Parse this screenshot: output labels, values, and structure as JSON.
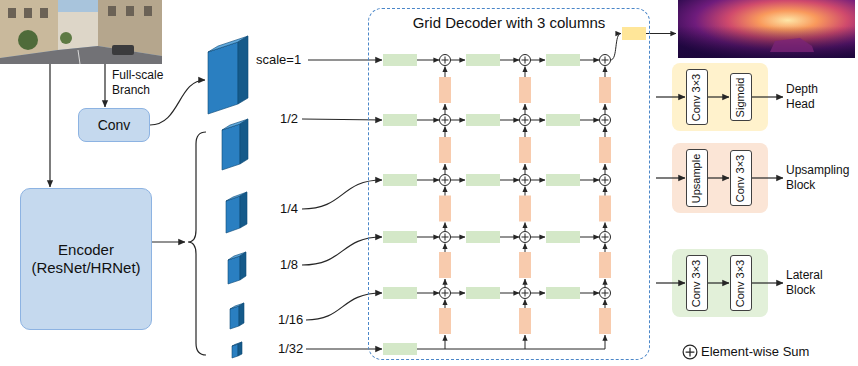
{
  "diagram": {
    "nodes": [
      {
        "text": [
          "Conv"
        ]
      },
      {
        "text": [
          "Encoder (ResNet/HRNet)"
        ]
      },
      {
        "text": [
          "Grid Decoder with 3 columns"
        ]
      },
      {
        "text": [
          "Depth Head"
        ]
      },
      {
        "text": [
          "Conv 3×3"
        ],
        "in": 3
      },
      {
        "text": [
          "Sigmoid"
        ],
        "in": 3
      },
      {
        "text": [
          "Upsampling Block"
        ]
      },
      {
        "text": [
          "Upsample"
        ],
        "in": 6
      },
      {
        "text": [
          "Conv 3×3"
        ],
        "in": 6
      },
      {
        "text": [
          "Lateral Block"
        ]
      },
      {
        "text": [
          "Conv 3×3"
        ],
        "in": 9
      },
      {
        "text": [
          "Conv 3×3"
        ],
        "in": 9
      }
    ],
    "edges": [
      {
        "from": 4,
        "to": 5,
        "arrow": "to"
      },
      {
        "from": 7,
        "to": 8,
        "arrow": "to"
      },
      {
        "from": 10,
        "to": 11,
        "arrow": "to"
      }
    ],
    "labels": [
      "Full-scale Branch",
      "scale=1",
      "1/2",
      "1/4",
      "1/8",
      "1/16",
      "1/32"
    ],
    "legend": [
      {
        "text": "Element-wise Sum"
      }
    ]
  }
}
